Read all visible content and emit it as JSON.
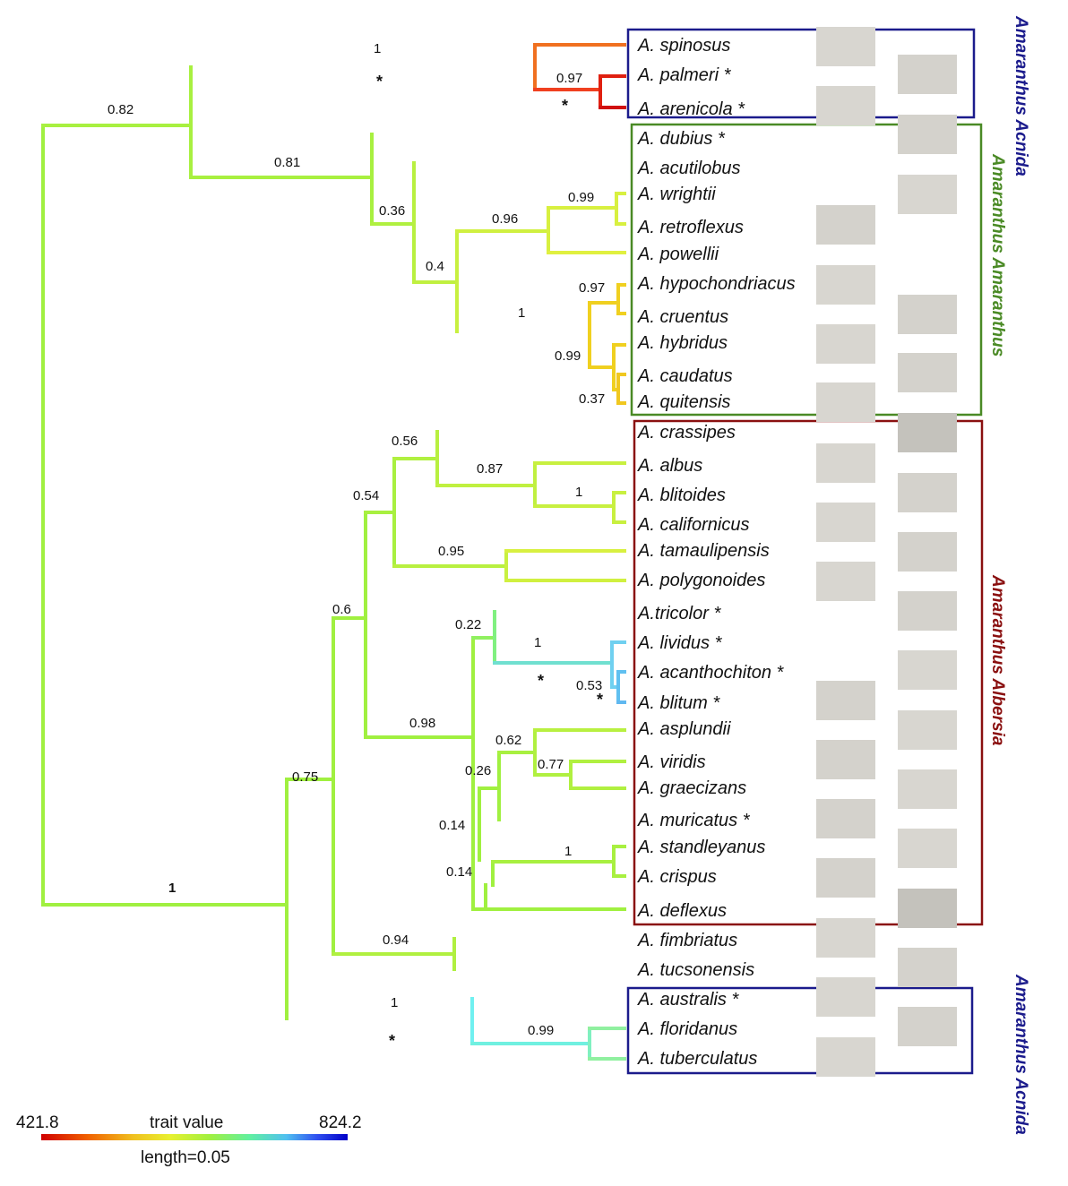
{
  "taxa": [
    "A. spinosus",
    "A. palmeri *",
    "A. arenicola *",
    "A. dubius *",
    "A. acutilobus",
    "A. wrightii",
    "A. retroflexus",
    "A. powellii",
    "A. hypochondriacus",
    "A. cruentus",
    "A. hybridus",
    "A. caudatus",
    "A. quitensis",
    "A. crassipes",
    "A. albus",
    "A. blitoides",
    "A. californicus",
    "A. tamaulipensis",
    "A. polygonoides",
    "A.tricolor *",
    "A. lividus *",
    "A. acanthochiton *",
    "A. blitum *",
    "A. asplundii",
    "A. viridis",
    "A. graecizans",
    "A. muricatus *",
    "A. standleyanus",
    "A. crispus",
    "A. deflexus",
    "A. fimbriatus",
    "A. tucsonensis",
    "A. australis *",
    "A. floridanus",
    "A. tuberculatus"
  ],
  "support": [
    "1",
    "0.97",
    "0.82",
    "0.81",
    "0.99",
    "0.36",
    "0.96",
    "0.4",
    "0.97",
    "1",
    "0.99",
    "0.37",
    "0.56",
    "0.87",
    "1",
    "0.54",
    "0.95",
    "0.6",
    "0.22",
    "1",
    "0.53",
    "0.98",
    "0.62",
    "0.77",
    "0.26",
    "0.14",
    "0.14",
    "1",
    "0.75",
    "1",
    "0.94",
    "1",
    "0.99"
  ],
  "asterisks": [
    "*",
    "*",
    "*",
    "*",
    "*"
  ],
  "clades": [
    {
      "label": "Amaranthus Acnida",
      "color": "#1b1b8c"
    },
    {
      "label": "Amaranthus Amaranthus",
      "color": "#4a8a25"
    },
    {
      "label": "Amaranthus Albersia",
      "color": "#8a1010"
    },
    {
      "label": "Amaranthus Acnida",
      "color": "#1b1b8c"
    }
  ],
  "legend": {
    "min": "421.8",
    "max": "824.2",
    "title": "trait value",
    "scale": "length=0.05",
    "gradient": [
      "#d00000",
      "#f06000",
      "#f0c020",
      "#e8f030",
      "#a0f040",
      "#60f0a0",
      "#50c0f0",
      "#3050f0",
      "#0000c8"
    ]
  }
}
